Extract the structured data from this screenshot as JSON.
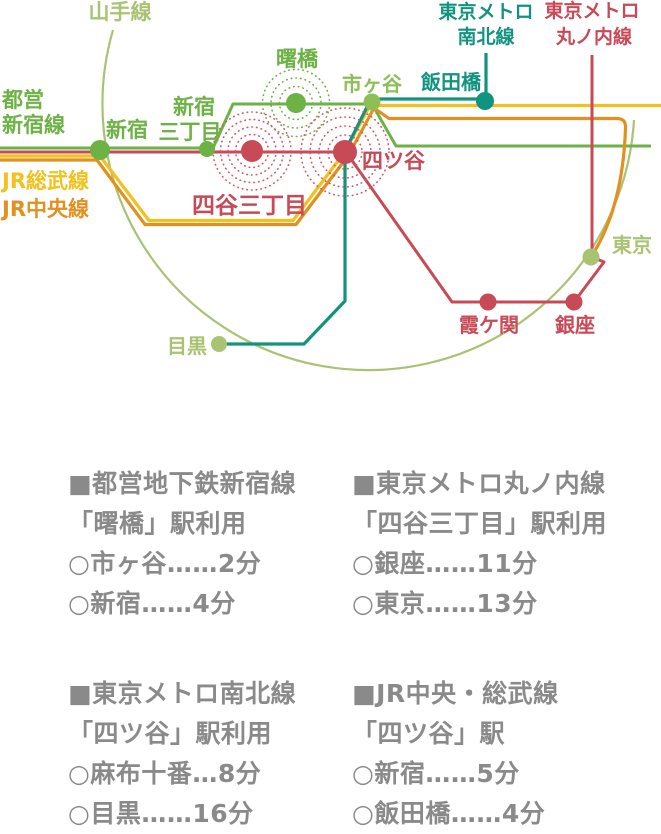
{
  "map": {
    "line_labels": {
      "yamanote": "山手線",
      "toei_shinjuku_line1": "都営",
      "toei_shinjuku_line2": "新宿線",
      "jr_sobu": "JR総武線",
      "jr_chuo": "JR中央線",
      "namboku_line1": "東京メトロ",
      "namboku_line2": "南北線",
      "marunouchi_line1": "東京メトロ",
      "marunouchi_line2": "丸ノ内線"
    },
    "stations": {
      "shinjuku": "新宿",
      "shinjuku_sanchome_line1": "新宿",
      "shinjuku_sanchome_line2": "三丁目",
      "akebonobashi": "曙橋",
      "ichigaya": "市ヶ谷",
      "iidabashi": "飯田橋",
      "yotsuya": "四ツ谷",
      "yotsuya_sanchome": "四谷三丁目",
      "kasumigaseki": "霞ケ関",
      "ginza": "銀座",
      "tokyo": "東京",
      "meguro": "目黒"
    },
    "colors": {
      "yamanote_olive": "#a9c373",
      "toei_shinjuku_green": "#6db244",
      "ichigaya_light_green": "#8cbf55",
      "jr_sobu_yellow": "#f2c11d",
      "jr_chuo_orange": "#e2901f",
      "marunouchi_red": "#c94a57",
      "namboku_teal": "#12937f",
      "info_text_gray": "#8a8a8a"
    }
  },
  "info_blocks": [
    {
      "line1": "■都営地下鉄新宿線",
      "line2": "「曙橋」駅利用",
      "line3": "○市ヶ谷……2分",
      "line4": "○新宿……4分"
    },
    {
      "line1": "■東京メトロ丸ノ内線",
      "line2": "「四谷三丁目」駅利用",
      "line3": "○銀座……11分",
      "line4": "○東京……13分"
    },
    {
      "line1": "■東京メトロ南北線",
      "line2": "「四ツ谷」駅利用",
      "line3": "○麻布十番…8分",
      "line4": "○目黒……16分"
    },
    {
      "line1": "■JR中央・総武線",
      "line2": "「四ツ谷」駅",
      "line3": "○新宿……5分",
      "line4": "○飯田橋……4分"
    }
  ]
}
